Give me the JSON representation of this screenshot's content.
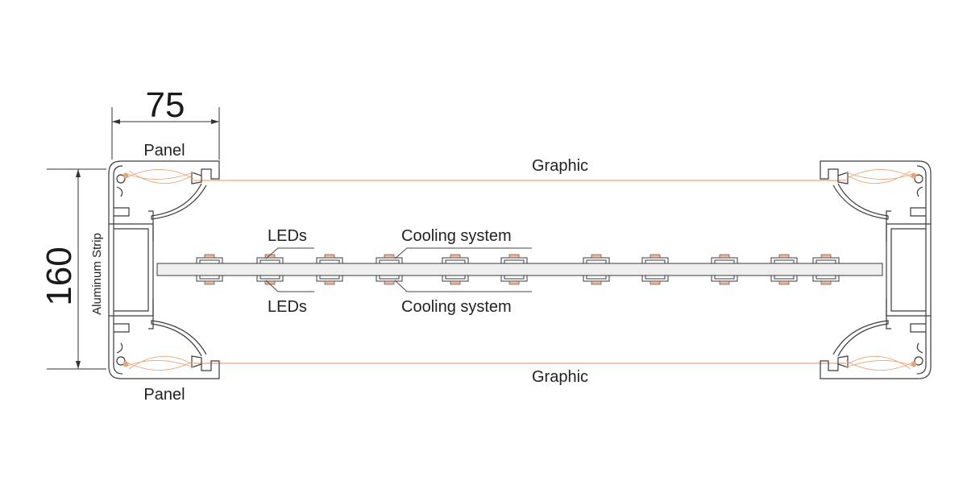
{
  "dimensions": {
    "width_value": "75",
    "height_value": "160"
  },
  "labels": {
    "panel_top": "Panel",
    "panel_bottom": "Panel",
    "graphic_top": "Graphic",
    "graphic_bottom": "Graphic",
    "leds_top": "LEDs",
    "leds_bottom": "LEDs",
    "cooling_top": "Cooling system",
    "cooling_bottom": "Cooling system",
    "aluminum_strip": "Aluminum Strip"
  },
  "colors": {
    "line": "#3a3a3a",
    "graphic_line": "#e8a57a",
    "led_fill": "#f2b79a",
    "strip_fill": "#eeeeee"
  },
  "led_modules_per_row": 11
}
